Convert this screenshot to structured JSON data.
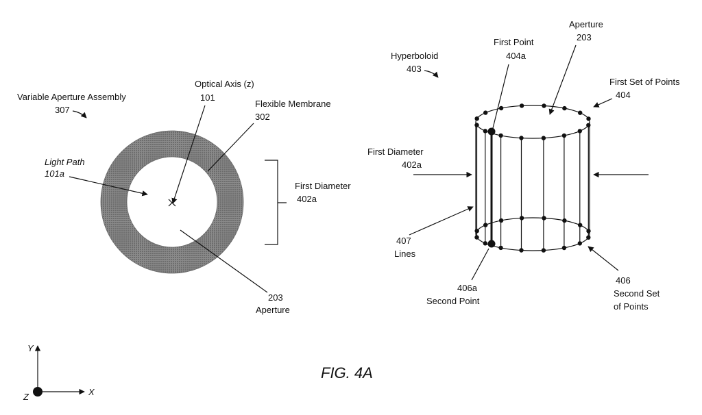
{
  "labels": {
    "assembly_name": "Variable Aperture Assembly",
    "assembly_num": "307",
    "optical_axis_name": "Optical Axis (z)",
    "optical_axis_num": "101",
    "membrane_name": "Flexible Membrane",
    "membrane_num": "302",
    "light_path_name": "Light Path",
    "light_path_num": "101a",
    "first_diameter_left_name": "First Diameter",
    "first_diameter_left_num": "402a",
    "aperture_left_num": "203",
    "aperture_left_name": "Aperture",
    "hyperboloid_name": "Hyperboloid",
    "hyperboloid_num": "403",
    "first_point_name": "First Point",
    "first_point_num": "404a",
    "aperture_right_name": "Aperture",
    "aperture_right_num": "203",
    "first_set_name": "First Set of Points",
    "first_set_num": "404",
    "first_diameter_right_name": "First Diameter",
    "first_diameter_right_num": "402a",
    "lines_num": "407",
    "lines_name": "Lines",
    "second_point_num": "406a",
    "second_point_name": "Second Point",
    "second_set_num": "406",
    "second_set_line1": "Second Set",
    "second_set_line2": "of Points",
    "axis_y": "Y",
    "axis_x": "X",
    "axis_z": "Z",
    "caption": "FIG. 4A"
  },
  "colors": {
    "ring": "#7a7a7a",
    "ring_dark": "#5a5a5a",
    "ink": "#111111"
  }
}
